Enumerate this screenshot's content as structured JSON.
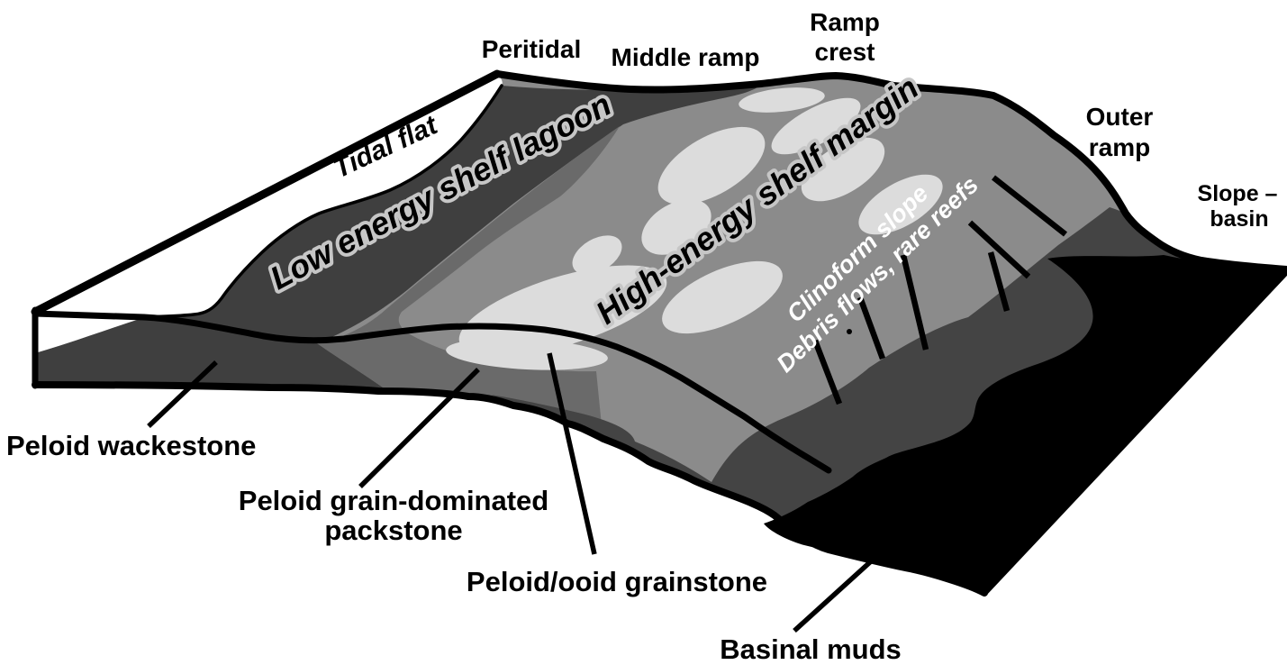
{
  "palette": {
    "background": "#ffffff",
    "tidal_flat_white": "#ffffff",
    "lagoon_dark_gray": "#3f3f3f",
    "transition_gray": "#6a6a6a",
    "ramp_gray": "#8b8b8b",
    "shoal_light_gray": "#dcdcdc",
    "outer_ramp_dark_gray": "#444444",
    "basin_black": "#000000",
    "label_halo_gray": "#c6c6c6",
    "line_black": "#000000",
    "white_text": "#ffffff"
  },
  "top_labels": {
    "peritidal": "Peritidal",
    "middle_ramp": "Middle ramp",
    "ramp_crest": [
      "Ramp",
      "crest"
    ],
    "outer_ramp": [
      "Outer",
      "ramp"
    ],
    "slope_basin": [
      "Slope –",
      "basin"
    ]
  },
  "surface_labels": {
    "tidal_flat": "Tidal flat",
    "lagoon": "Low energy shelf lagoon",
    "shelf_margin": "High-energy shelf margin",
    "clinoform_slope": "Clinoform slope",
    "debris_flows": "Debris flows, rare reefs"
  },
  "facies_labels": {
    "peloid_wackestone": "Peloid wackestone",
    "peloid_packstone": [
      "Peloid grain-dominated",
      "packstone"
    ],
    "peloid_ooid_grainstone": "Peloid/ooid grainstone",
    "basinal_muds": "Basinal muds"
  }
}
